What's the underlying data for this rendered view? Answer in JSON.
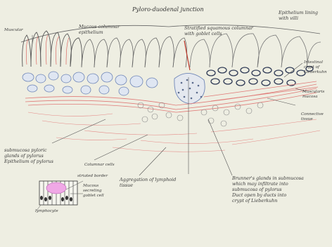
{
  "diagram": {
    "title": "Pyloro-duodenal junction",
    "colors": {
      "paper": "#eeeee2",
      "pencil": "#4a4a4a",
      "red_pencil": "#d9534f",
      "pink_stroma": "#f2b6b6",
      "blue_gland": "#6f86b7",
      "dark_nucleus": "#2f3a55",
      "highlight_pink": "#f0a8e6"
    },
    "labels": {
      "muscularis_top": "Muscular",
      "mucous_columnar": "Mucous columnar\nepithelium",
      "stratified_squamous": "Stratified squamous columnar\nwith goblet cells",
      "epithelium_lining": "Epithelium lining\nwith villi",
      "intestinal_crypt": "Intestinal\ncrypt of\nLieberkuhn",
      "muscularis_mucosa": "Muscularis\nmucosa",
      "connective_tissue": "Connective\ntissue",
      "submucosa_pyloric": "submucosa pyloric\nglands of pylorus\nEpithelium of pylorus",
      "columnar_cells": "Columnar cells",
      "striated_border": "striated border",
      "mucous_secreting": "Mucous\nsecreting\ngoblet cell",
      "lymphocyte": "lymphocyte",
      "lymphoid_aggregation": "Aggregation of lymphoid\ntissue",
      "brunners_glands": "Brunner's glands in submucosa\nwhich may infiltrate into\nsubmucosa of pylorus\nDuct open by ducts into\ncrypt of Lieberkuhn"
    }
  }
}
